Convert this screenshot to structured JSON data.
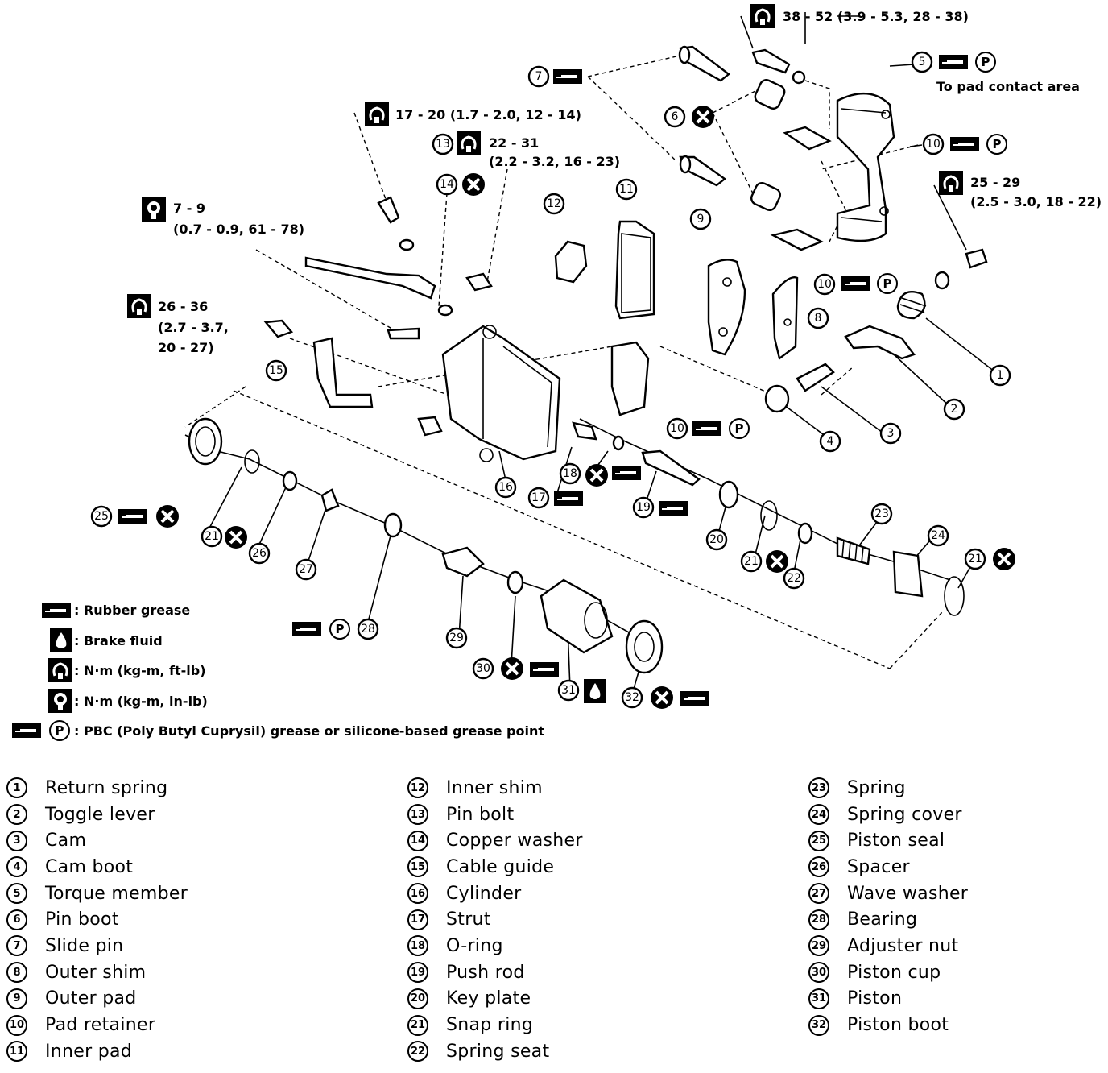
{
  "torque_specs": {
    "t1": "38 - 52 (3.9 - 5.3, 28 - 38)",
    "t2": "17 - 20 (1.7 - 2.0, 12 - 14)",
    "t3a": "22 - 31",
    "t3b": "(2.2 - 3.2, 16 - 23)",
    "t4a": "7 - 9",
    "t4b": "(0.7 - 0.9, 61 - 78)",
    "t5a": "26 - 36",
    "t5b": "(2.7 - 3.7,",
    "t5c": "20 - 27)",
    "t6a": "25 - 29",
    "t6b": "(2.5 - 3.0, 18 - 22)"
  },
  "notes": {
    "pad_contact": "To pad contact area",
    "p_mark": "P"
  },
  "legend": {
    "rubber_grease": ": Rubber grease",
    "brake_fluid": ": Brake fluid",
    "nm_ftlb": ": N·m (kg-m, ft-lb)",
    "nm_inlb": ": N·m (kg-m, in-lb)",
    "pbc": ": PBC (Poly Butyl Cuprysil) grease or silicone-based grease point"
  },
  "parts": {
    "col1": [
      {
        "n": "1",
        "name": "Return spring"
      },
      {
        "n": "2",
        "name": "Toggle lever"
      },
      {
        "n": "3",
        "name": "Cam"
      },
      {
        "n": "4",
        "name": "Cam boot"
      },
      {
        "n": "5",
        "name": "Torque member"
      },
      {
        "n": "6",
        "name": "Pin boot"
      },
      {
        "n": "7",
        "name": "Slide pin"
      },
      {
        "n": "8",
        "name": "Outer shim"
      },
      {
        "n": "9",
        "name": "Outer pad"
      },
      {
        "n": "10",
        "name": "Pad retainer"
      },
      {
        "n": "11",
        "name": "Inner pad"
      }
    ],
    "col2": [
      {
        "n": "12",
        "name": "Inner shim"
      },
      {
        "n": "13",
        "name": "Pin bolt"
      },
      {
        "n": "14",
        "name": "Copper washer"
      },
      {
        "n": "15",
        "name": "Cable guide"
      },
      {
        "n": "16",
        "name": "Cylinder"
      },
      {
        "n": "17",
        "name": "Strut"
      },
      {
        "n": "18",
        "name": "O-ring"
      },
      {
        "n": "19",
        "name": "Push rod"
      },
      {
        "n": "20",
        "name": "Key plate"
      },
      {
        "n": "21",
        "name": "Snap ring"
      },
      {
        "n": "22",
        "name": "Spring seat"
      }
    ],
    "col3": [
      {
        "n": "23",
        "name": "Spring"
      },
      {
        "n": "24",
        "name": "Spring cover"
      },
      {
        "n": "25",
        "name": "Piston seal"
      },
      {
        "n": "26",
        "name": "Spacer"
      },
      {
        "n": "27",
        "name": "Wave washer"
      },
      {
        "n": "28",
        "name": "Bearing"
      },
      {
        "n": "29",
        "name": "Adjuster nut"
      },
      {
        "n": "30",
        "name": "Piston cup"
      },
      {
        "n": "31",
        "name": "Piston"
      },
      {
        "n": "32",
        "name": "Piston boot"
      }
    ]
  }
}
